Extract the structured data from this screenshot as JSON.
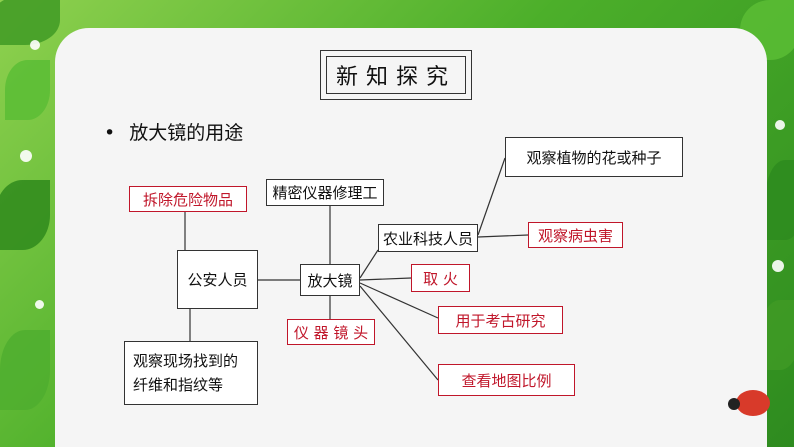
{
  "title": "新知探究",
  "bullet": {
    "mark": "•",
    "text": "放大镜的用途"
  },
  "nodes": {
    "center": "放大镜",
    "police": "公安人员",
    "dangerous": "拆除危险物品",
    "precision": "精密仪器修理工",
    "evidence_line1": "观察现场找到的",
    "evidence_line2": "纤维和指纹等",
    "agri": "农业科技人员",
    "flowers": "观察植物的花或种子",
    "pests": "观察病虫害",
    "fire": "取  火",
    "archaeology": "用于考古研究",
    "lens": "仪 器 镜 头",
    "map": "查看地图比例"
  }
}
